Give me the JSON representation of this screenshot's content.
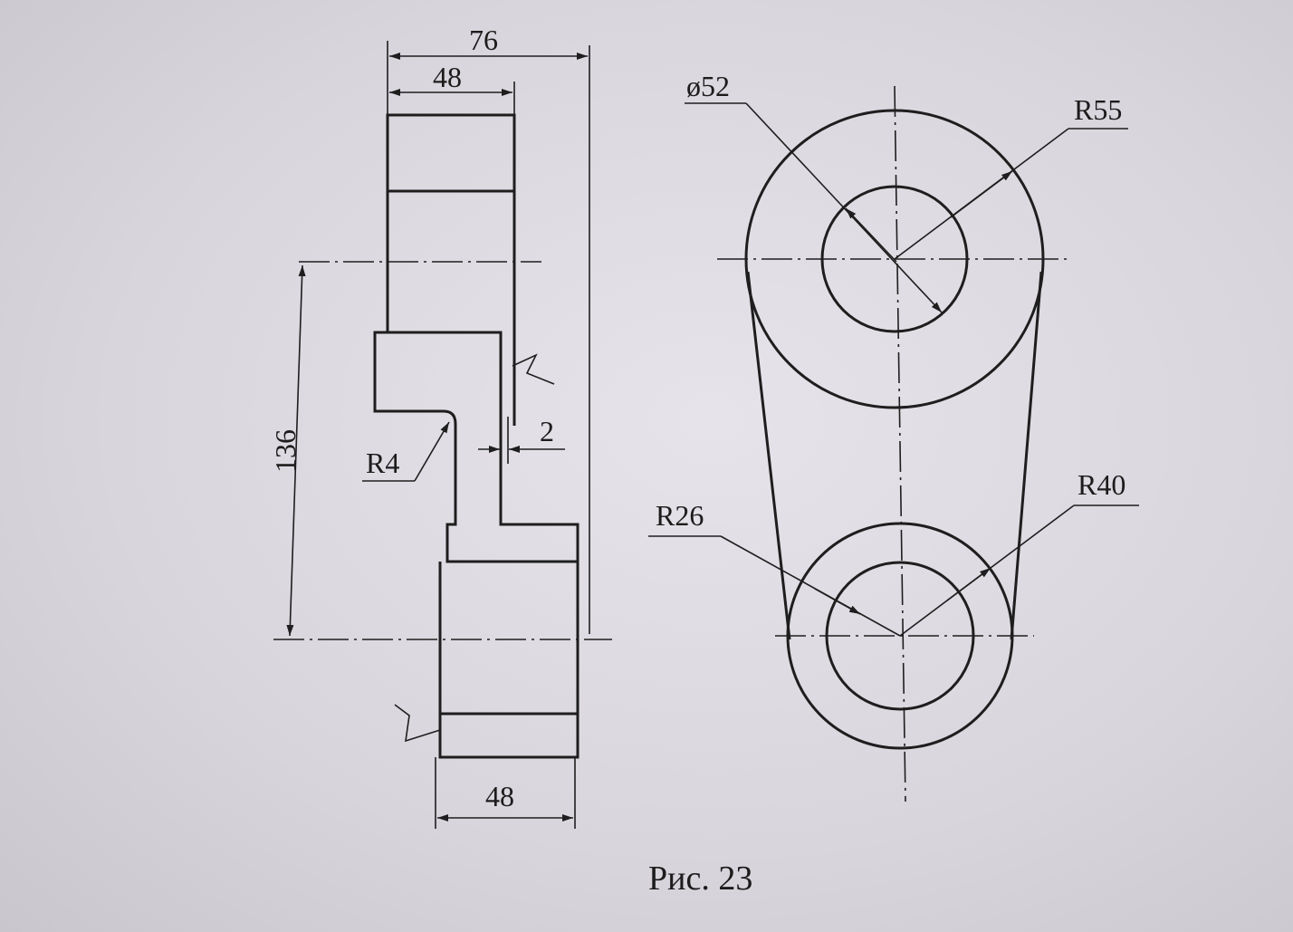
{
  "figure": {
    "caption": "Рис. 23",
    "section_view": {
      "dim_overall_width": "76",
      "dim_top_width": "48",
      "dim_bottom_width": "48",
      "dim_center_distance": "136",
      "dim_fillet": "R4",
      "dim_step": "2"
    },
    "plan_view": {
      "dim_bore_diameter": "ø52",
      "dim_outer_radius_top": "R55",
      "dim_outer_radius_bottom": "R40",
      "dim_bore_radius_bottom": "R26"
    }
  },
  "colors": {
    "ink": "#1e1e1e",
    "paper": "#dedbe2"
  }
}
